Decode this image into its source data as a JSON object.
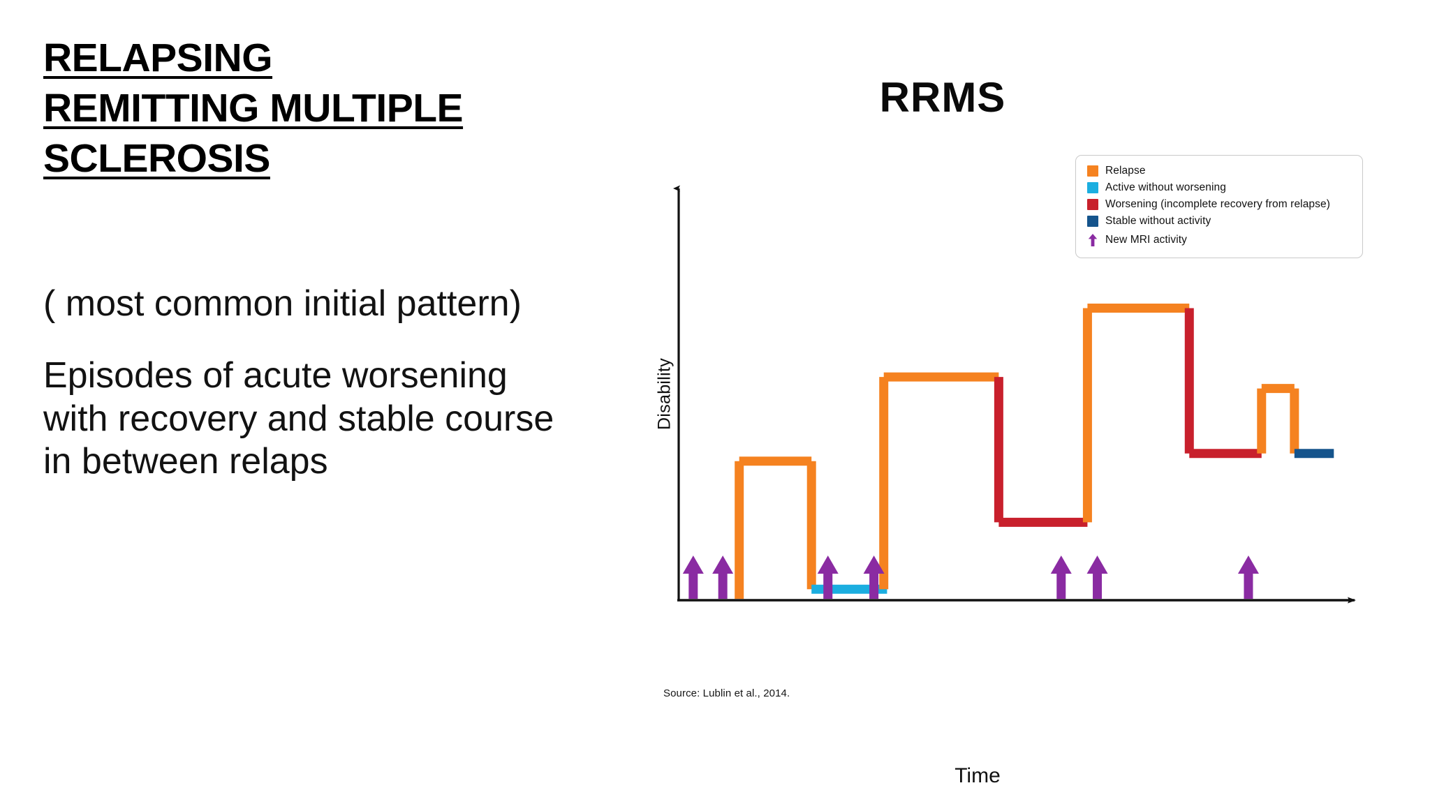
{
  "slide": {
    "title_lines": [
      "RELAPSING",
      "REMITTING MULTIPLE",
      "SCLEROSIS"
    ],
    "paragraphs": [
      "( most common initial pattern)",
      "Episodes of acute worsening with recovery and stable course in between relaps"
    ]
  },
  "chart_panel": {
    "title": "RRMS",
    "source_note": "Source: Lublin et al., 2014."
  },
  "colors": {
    "relapse_orange": "#F58220",
    "active_cyan": "#1BAEE0",
    "worsening_red": "#C8202C",
    "stable_blue": "#15548C",
    "mri_purple": "#8A2BA2",
    "axis_black": "#111111",
    "legend_border": "#C9C9C9"
  },
  "legend": {
    "items": [
      {
        "label": "Relapse",
        "marker": "square",
        "color": "#F58220",
        "icon": "orange-square-icon"
      },
      {
        "label": "Active without worsening",
        "marker": "square",
        "color": "#1BAEE0",
        "icon": "cyan-square-icon"
      },
      {
        "label": "Worsening (incomplete recovery from relapse)",
        "marker": "square",
        "color": "#C8202C",
        "icon": "red-square-icon"
      },
      {
        "label": "Stable without activity",
        "marker": "square",
        "color": "#15548C",
        "icon": "blue-square-icon"
      },
      {
        "label": "New MRI activity",
        "marker": "arrow",
        "color": "#8A2BA2",
        "icon": "purple-up-arrow-icon"
      }
    ]
  },
  "chart_data": {
    "type": "line",
    "title": "RRMS",
    "xlabel": "Time",
    "ylabel": "Disability",
    "grid": false,
    "legend_position": "top-right",
    "axis_style": "arrowed-axes-no-ticks",
    "xlim": [
      0,
      100
    ],
    "ylim": [
      0,
      100
    ],
    "description": "Relapsing-remitting MS disease course: stepwise disability over time showing relapses with full or incomplete recovery, periods of activity without worsening, and a final stable period.",
    "segments": [
      {
        "name": "baseline-start",
        "series": "Relapse",
        "color": "#F58220",
        "orientation": "vertical",
        "x0": 9.0,
        "x1": 9.0,
        "y0": 0,
        "y1": 36
      },
      {
        "name": "relapse-1-plateau",
        "series": "Relapse",
        "color": "#F58220",
        "orientation": "horizontal",
        "x0": 9.0,
        "x1": 20.0,
        "y0": 36,
        "y1": 36
      },
      {
        "name": "relapse-1-recovery",
        "series": "Relapse",
        "color": "#F58220",
        "orientation": "vertical",
        "x0": 20.0,
        "x1": 20.0,
        "y0": 36,
        "y1": 2.5
      },
      {
        "name": "active-without-worsening-1",
        "series": "Active without worsening",
        "color": "#1BAEE0",
        "orientation": "horizontal",
        "x0": 20.0,
        "x1": 31.5,
        "y0": 2.5,
        "y1": 2.5
      },
      {
        "name": "relapse-2-rise",
        "series": "Relapse",
        "color": "#F58220",
        "orientation": "vertical",
        "x0": 31.0,
        "x1": 31.0,
        "y0": 2.5,
        "y1": 58
      },
      {
        "name": "relapse-2-plateau",
        "series": "Relapse",
        "color": "#F58220",
        "orientation": "horizontal",
        "x0": 31.0,
        "x1": 48.5,
        "y0": 58,
        "y1": 58
      },
      {
        "name": "worsening-1-drop",
        "series": "Worsening",
        "color": "#C8202C",
        "orientation": "vertical",
        "x0": 48.5,
        "x1": 48.5,
        "y0": 58,
        "y1": 20
      },
      {
        "name": "worsening-1-plateau",
        "series": "Worsening",
        "color": "#C8202C",
        "orientation": "horizontal",
        "x0": 48.5,
        "x1": 62.0,
        "y0": 20,
        "y1": 20
      },
      {
        "name": "relapse-3-rise",
        "series": "Relapse",
        "color": "#F58220",
        "orientation": "vertical",
        "x0": 62.0,
        "x1": 62.0,
        "y0": 20,
        "y1": 76
      },
      {
        "name": "relapse-3-plateau",
        "series": "Relapse",
        "color": "#F58220",
        "orientation": "horizontal",
        "x0": 62.0,
        "x1": 77.5,
        "y0": 76,
        "y1": 76
      },
      {
        "name": "worsening-2-drop",
        "series": "Worsening",
        "color": "#C8202C",
        "orientation": "vertical",
        "x0": 77.5,
        "x1": 77.5,
        "y0": 76,
        "y1": 38
      },
      {
        "name": "worsening-2-plateau",
        "series": "Worsening",
        "color": "#C8202C",
        "orientation": "horizontal",
        "x0": 77.5,
        "x1": 88.5,
        "y0": 38,
        "y1": 38
      },
      {
        "name": "relapse-4-rise",
        "series": "Relapse",
        "color": "#F58220",
        "orientation": "vertical",
        "x0": 88.5,
        "x1": 88.5,
        "y0": 38,
        "y1": 55
      },
      {
        "name": "relapse-4-plateau",
        "series": "Relapse",
        "color": "#F58220",
        "orientation": "horizontal",
        "x0": 88.5,
        "x1": 93.5,
        "y0": 55,
        "y1": 55
      },
      {
        "name": "relapse-4-recovery",
        "series": "Relapse",
        "color": "#F58220",
        "orientation": "vertical",
        "x0": 93.5,
        "x1": 93.5,
        "y0": 55,
        "y1": 38
      },
      {
        "name": "stable-without-activity",
        "series": "Stable without activity",
        "color": "#15548C",
        "orientation": "horizontal",
        "x0": 93.5,
        "x1": 99.5,
        "y0": 38,
        "y1": 38
      }
    ],
    "mri_activity_arrows": {
      "series": "New MRI activity",
      "color": "#8A2BA2",
      "x_positions": [
        2.0,
        6.5,
        22.5,
        29.5,
        58.0,
        63.5,
        86.5
      ],
      "count": 7
    }
  }
}
